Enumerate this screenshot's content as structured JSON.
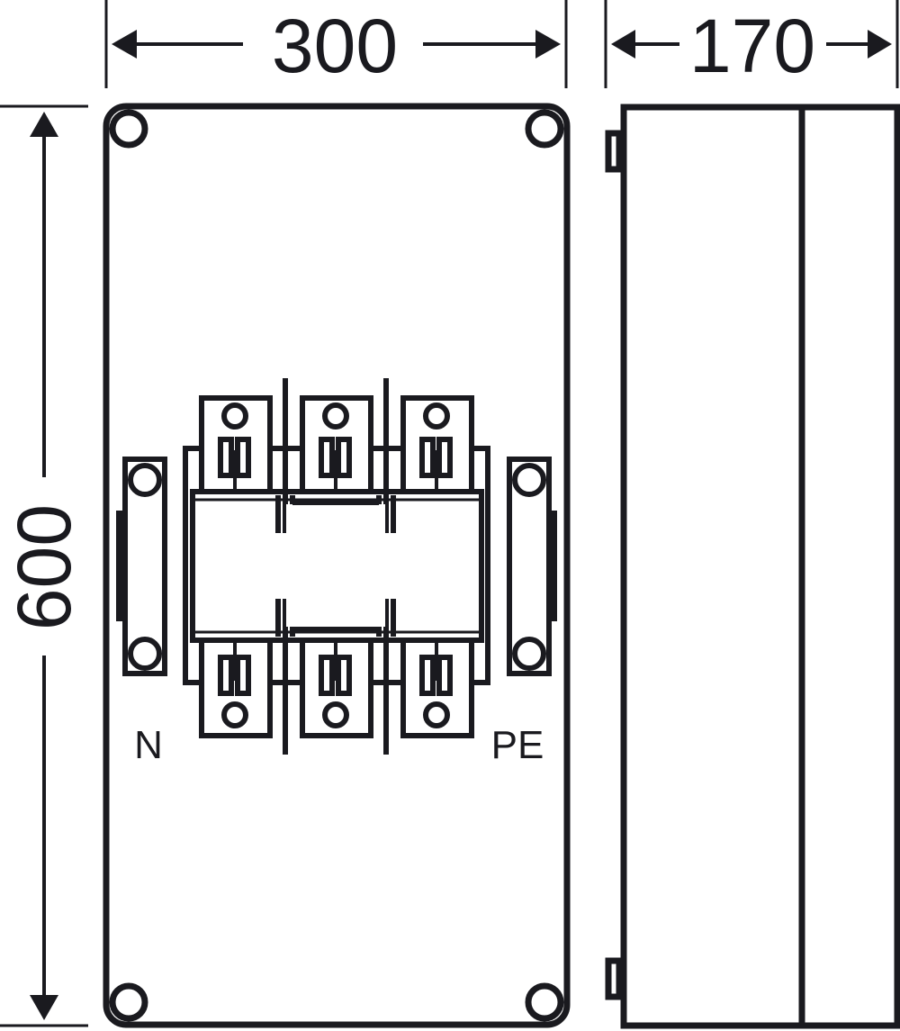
{
  "diagram": {
    "type": "enclosure-dimension-drawing",
    "stroke_color": "#1a1a1f",
    "background": "#ffffff",
    "dimensions": {
      "width": "300",
      "depth": "170",
      "height": "600"
    },
    "labels": {
      "neutral": "N",
      "protective_earth": "PE"
    },
    "front_view": {
      "corner_screws": 4,
      "switch_poles": 3,
      "terminal_blocks": [
        "N",
        "PE"
      ]
    },
    "side_view": {
      "hinges": 2,
      "sections": 2
    }
  }
}
